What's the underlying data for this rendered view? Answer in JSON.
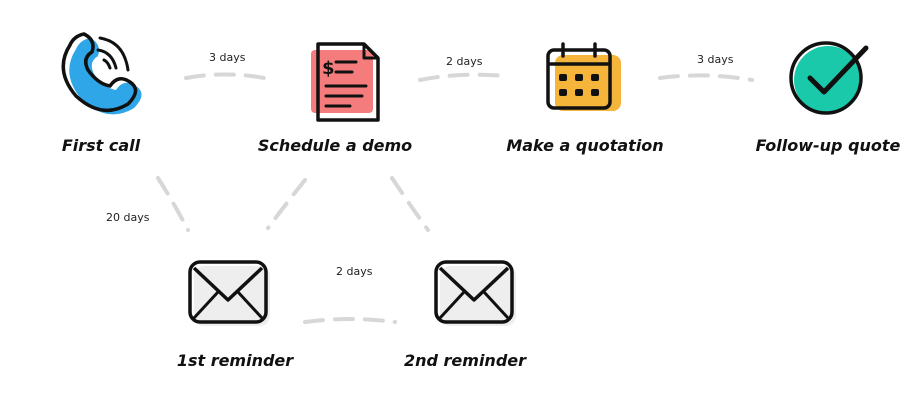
{
  "steps": {
    "first_call": "First call",
    "schedule_demo": "Schedule a demo",
    "make_quotation": "Make a quotation",
    "follow_up": "Follow-up quote",
    "reminder1": "1st reminder",
    "reminder2": "2nd reminder"
  },
  "durations": {
    "call_to_demo": "3 days",
    "demo_to_quote": "2 days",
    "quote_to_follow": "3 days",
    "call_to_reminder": "20 days",
    "reminder_to_reminder": "2 days"
  },
  "icons": {
    "first_call": "phone-icon",
    "schedule_demo": "invoice-document-icon",
    "make_quotation": "calendar-icon",
    "follow_up": "checkmark-circle-icon",
    "reminder1": "envelope-icon",
    "reminder2": "envelope-icon"
  },
  "colors": {
    "phone": "#2ea6e8",
    "document": "#f47c7c",
    "calendar": "#f5b43a",
    "check": "#1ac9a9",
    "envelope": "#eeeeee",
    "connector": "#d7d7d7"
  }
}
